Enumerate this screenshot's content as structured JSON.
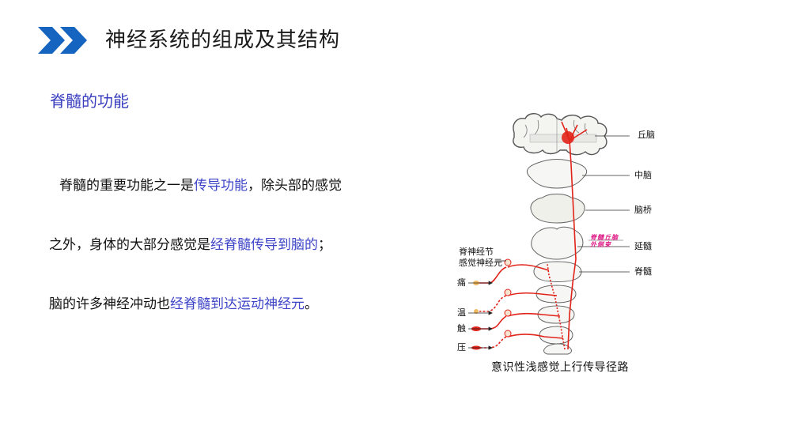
{
  "header": {
    "icon": "double-chevron-right-icon",
    "icon_color": "#1565c0",
    "title": "神经系统的组成及其结构"
  },
  "section": {
    "title": "脊髓的功能",
    "title_color": "#3a3fbf"
  },
  "paragraph": {
    "highlight_color": "#3d44c7",
    "lines": [
      {
        "parts": [
          {
            "text": "脊髓的重要功能之一是",
            "hl": false
          },
          {
            "text": "传导功能",
            "hl": true
          },
          {
            "text": "，除头部的感觉",
            "hl": false
          }
        ]
      },
      {
        "parts": [
          {
            "text": "之外，身体的大部分感觉是",
            "hl": false
          },
          {
            "text": "经脊髓传导到脑的",
            "hl": true
          },
          {
            "text": "；",
            "hl": false
          }
        ]
      },
      {
        "parts": [
          {
            "text": "脑的许多神经冲动也",
            "hl": false
          },
          {
            "text": "经脊髓到达运动神经元",
            "hl": true
          },
          {
            "text": "。",
            "hl": false
          }
        ]
      }
    ]
  },
  "diagram": {
    "pathway_color": "#e2231a",
    "right_labels": {
      "thalamus": "丘脑",
      "midbrain": "中脑",
      "pons": "脑桥",
      "medulla": "延髓",
      "spinal_cord": "脊髓"
    },
    "tract_label": {
      "line1": "脊髓丘脑",
      "line2": "外侧束"
    },
    "left_labels": {
      "ganglion_line1": "脊神经节",
      "ganglion_line2": "感觉神经元",
      "pain": "痛",
      "temperature": "温",
      "touch": "触",
      "pressure": "压"
    },
    "caption": "意识性浅感觉上行传导径路"
  }
}
